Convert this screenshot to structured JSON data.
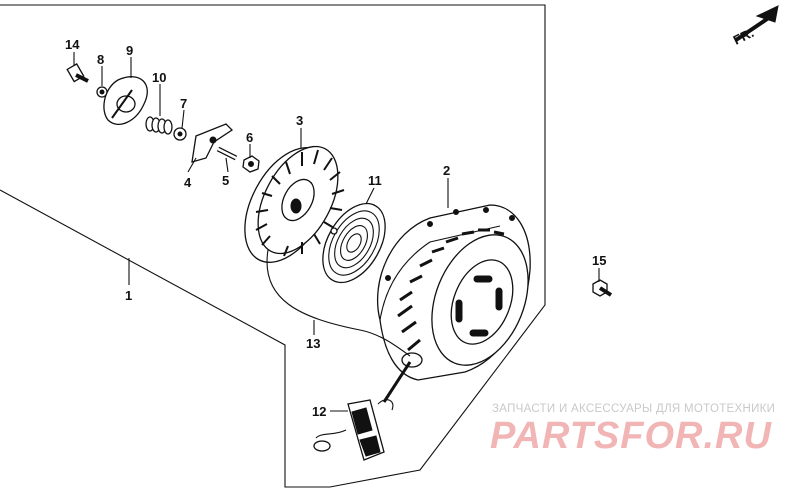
{
  "diagram": {
    "orientation_label": "FR.",
    "assembly_callout": "1",
    "callouts": {
      "p2": "2",
      "p3": "3",
      "p4": "4",
      "p5": "5",
      "p6": "6",
      "p7": "7",
      "p8": "8",
      "p9": "9",
      "p10": "10",
      "p11": "11",
      "p12": "12",
      "p13": "13",
      "p14": "14",
      "p15": "15"
    }
  },
  "watermark": {
    "subtitle": "ЗАПЧАСТИ И АКСЕССУАРЫ ДЛЯ МОТОТЕХНИКИ",
    "logo": "PARTSFOR.RU"
  },
  "colors": {
    "line": "#111111",
    "watermark_logo": "#f2b5b5",
    "watermark_text": "#c9c9c9"
  }
}
